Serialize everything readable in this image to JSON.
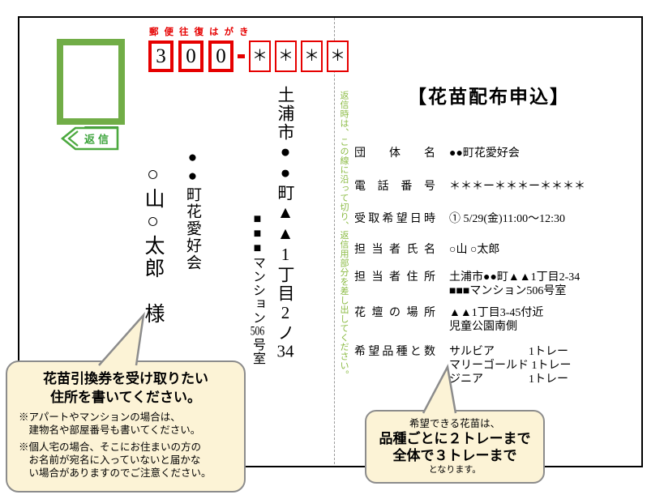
{
  "postcard": {
    "postal_header": {
      "label": "郵便往復はがき",
      "digits": [
        "3",
        "0",
        "0"
      ],
      "stars": [
        "＊",
        "＊",
        "＊",
        "＊"
      ]
    },
    "stamp_arrow_label": "返信",
    "recipient": {
      "org": "●●町花愛好会",
      "name": "○山○太郎　様"
    },
    "sender": {
      "addr1_main": "土浦市●●町▲▲1丁目2ノ",
      "addr1_num": "34",
      "addr2_pre": "■■■マンション",
      "addr2_num": "506",
      "addr2_post": "号室"
    },
    "cut_note": "返信時は、この線に沿って切り、返信用部分を差し出してください。",
    "form": {
      "title": "【花苗配布申込】",
      "rows": [
        {
          "label": "団体名",
          "value": "●●町花愛好会"
        },
        {
          "label": "電話番号",
          "value": "＊＊＊ー＊＊＊ー＊＊＊＊"
        },
        {
          "label": "受取希望日時",
          "value": "① 5/29(金)11:00～12:30"
        },
        {
          "label": "担当者氏名",
          "value": "○山 ○太郎"
        },
        {
          "label": "担当者住所",
          "value": "土浦市●●町▲▲1丁目2-34\n■■■マンション506号室"
        },
        {
          "label": "花壇の場所",
          "value": "▲▲1丁目3-45付近\n児童公園南側"
        },
        {
          "label": "希望品種と数",
          "value": "サルビア　　　1トレー\nマリーゴールド 1トレー\nジニア　　　　1トレー"
        }
      ]
    }
  },
  "callouts": {
    "left": {
      "heading": "花苗引換券を受け取りたい\n住所を書いてください。",
      "note1": "※アパートやマンションの場合は、\n　建物名や部屋番号も書いてください。",
      "note2": "※個人宅の場合、そこにお住まいの方の\n　お名前が宛名に入っていないと届かな\n　い場合がありますのでご注意ください。"
    },
    "right": {
      "line1": "希望できる花苗は、",
      "line2": "品種ごとに２トレーまで",
      "line3": "全体で３トレーまで",
      "line4": "となります。"
    }
  },
  "colors": {
    "postal_red": "#e60000",
    "stamp_green": "#71ad47",
    "note_green": "#8bbb44",
    "bubble_fill": "#fcf3d6",
    "bubble_border": "#8c8c8c"
  }
}
